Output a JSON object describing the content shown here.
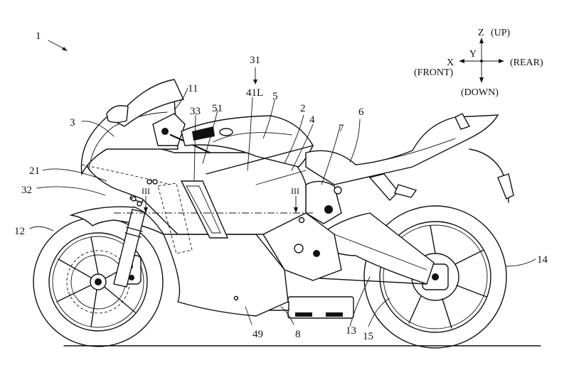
{
  "figure": {
    "title": "Motorcycle side view (patent drawing)",
    "colors": {
      "ink": "#111111",
      "paper": "#ffffff"
    }
  },
  "axes_legend": {
    "z_label": "Z",
    "up_label": "(UP)",
    "y_label": "Y",
    "x_label": "X",
    "front_label": "(FRONT)",
    "rear_label": "(REAR)",
    "down_label": "(DOWN)"
  },
  "reference_labels": {
    "motorcycle": "1",
    "frame": "2",
    "front_cowl": "3",
    "fuel_tank_area": "4",
    "fuel_tank": "5",
    "seat": "6",
    "part_7": "7",
    "part_8": "8",
    "handlebar": "11",
    "front_wheel": "12",
    "part_13": "13",
    "rear_wheel": "14",
    "swing_arm": "15",
    "part_21": "21",
    "part_31": "31",
    "side_cowl": "32",
    "part_33": "33",
    "side_panel_41L": "41L",
    "part_49": "49",
    "part_51": "51"
  },
  "section_markers": {
    "left": "III",
    "right": "III"
  }
}
